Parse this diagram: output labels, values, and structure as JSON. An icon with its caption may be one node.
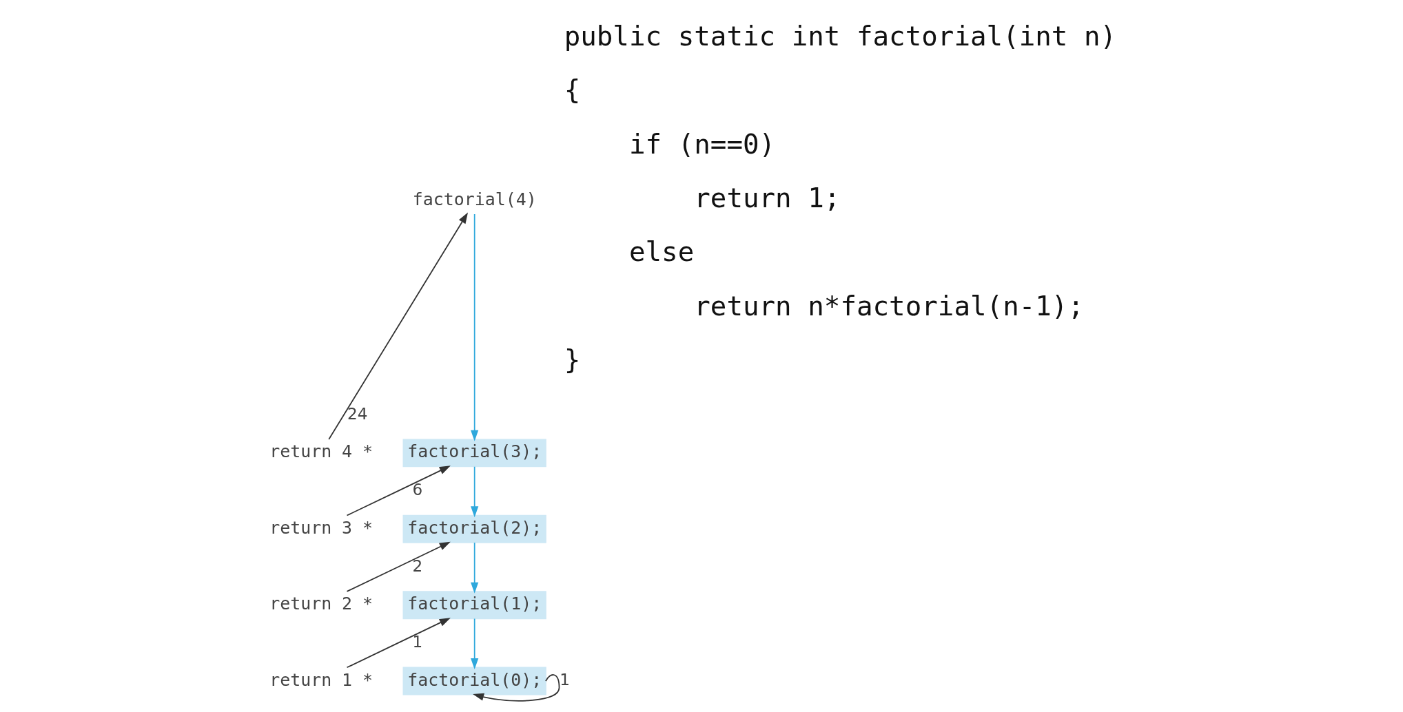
{
  "diagram": {
    "nodes": [
      {
        "text": [
          "factorial(4)"
        ]
      },
      {
        "text": [
          "return 4 *"
        ]
      },
      {
        "text": [
          "factorial(3);"
        ]
      },
      {
        "text": [
          "return 3 *"
        ]
      },
      {
        "text": [
          "factorial(2);"
        ]
      },
      {
        "text": [
          "return 2 *"
        ]
      },
      {
        "text": [
          "factorial(1);"
        ]
      },
      {
        "text": [
          "return 1 *"
        ]
      },
      {
        "text": [
          "factorial(0);"
        ]
      }
    ],
    "edges": [
      {
        "from": 0,
        "to": 2,
        "arrow": "to",
        "color": "#2fa8dc"
      },
      {
        "from": 1,
        "to": 0,
        "arrow": "to",
        "label": "24"
      },
      {
        "from": 2,
        "to": 4,
        "arrow": "to",
        "color": "#2fa8dc"
      },
      {
        "from": 3,
        "to": 2,
        "arrow": "to",
        "label": "6"
      },
      {
        "from": 4,
        "to": 6,
        "arrow": "to",
        "color": "#2fa8dc"
      },
      {
        "from": 5,
        "to": 4,
        "arrow": "to",
        "label": "2"
      },
      {
        "from": 6,
        "to": 8,
        "arrow": "to",
        "color": "#2fa8dc"
      },
      {
        "from": 7,
        "to": 6,
        "arrow": "to",
        "label": "1"
      },
      {
        "from": 8,
        "to": 8,
        "arrow": "to",
        "label": "1"
      }
    ],
    "labels": [
      "public static int factorial(int n)",
      "{",
      "if (n==0)",
      "return 1;",
      "else",
      "return n*factorial(n-1);",
      "}"
    ]
  }
}
